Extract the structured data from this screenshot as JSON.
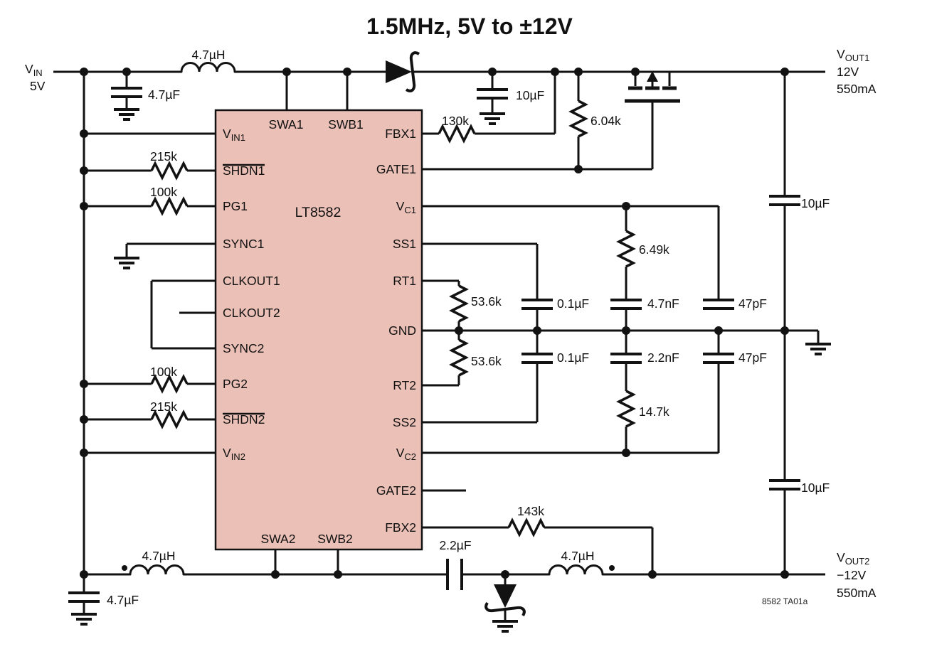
{
  "title": "1.5MHz, 5V to ±12V",
  "note": "8582 TA01a",
  "colors": {
    "ic_fill": "#ebc0b7",
    "line": "#121212"
  },
  "ic": {
    "part": "LT8582",
    "pins": {
      "vin1": {
        "base": "V",
        "sub": "IN1"
      },
      "shdn1": "SHDN1",
      "pg1": "PG1",
      "sync1": "SYNC1",
      "clkout1": "CLKOUT1",
      "clkout2": "CLKOUT2",
      "sync2": "SYNC2",
      "pg2": "PG2",
      "shdn2": "SHDN2",
      "vin2": {
        "base": "V",
        "sub": "IN2"
      },
      "swa1": "SWA1",
      "swb1": "SWB1",
      "swa2": "SWA2",
      "swb2": "SWB2",
      "fbx1": "FBX1",
      "gate1": "GATE1",
      "vc1": {
        "base": "V",
        "sub": "C1"
      },
      "ss1": "SS1",
      "rt1": "RT1",
      "gnd": "GND",
      "rt2": "RT2",
      "ss2": "SS2",
      "vc2": {
        "base": "V",
        "sub": "C2"
      },
      "gate2": "GATE2",
      "fbx2": "FBX2"
    }
  },
  "ports": {
    "vin": {
      "base": "V",
      "sub": "IN",
      "v": "5V"
    },
    "vout1": {
      "base": "V",
      "sub": "OUT1",
      "v": "12V",
      "i": "550mA"
    },
    "vout2": {
      "base": "V",
      "sub": "OUT2",
      "v": "−12V",
      "i": "550mA"
    }
  },
  "components": {
    "l1": "4.7µH",
    "cin1": "4.7µF",
    "r_shdn1": "215k",
    "r_pg1": "100k",
    "c_d1": "10µF",
    "r_fbx1": "130k",
    "r_gate1": "6.04k",
    "cout1": "10µF",
    "r_vc1": "6.49k",
    "c_vc1": "4.7nF",
    "c_ff1": "47pF",
    "c_ss1": "0.1µF",
    "r_rt1": "53.6k",
    "r_rt2": "53.6k",
    "c_ss2": "0.1µF",
    "c_vc2": "2.2nF",
    "r_vc2": "14.7k",
    "c_ff2": "47pF",
    "r_pg2": "100k",
    "r_shdn2": "215k",
    "l2": "4.7µH",
    "cin2": "4.7µF",
    "c_fly": "2.2µF",
    "l3": "4.7µH",
    "r_fbx2": "143k",
    "cout2": "10µF"
  }
}
